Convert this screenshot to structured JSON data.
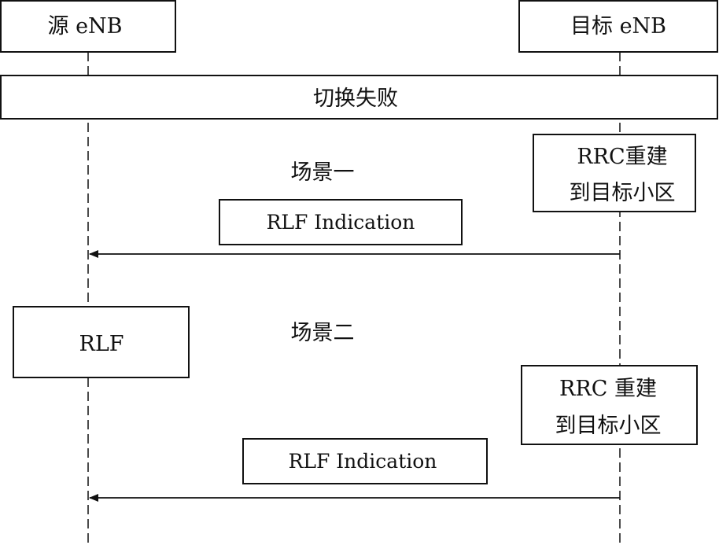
{
  "entities": {
    "source_enb": "源 eNB",
    "target_enb": "目标 eNB"
  },
  "banner": "切换失败",
  "scenario_1": {
    "title": "场景一",
    "rrc_line1": "RRC重建",
    "rrc_line2": "到目标小区",
    "message": "RLF Indication"
  },
  "scenario_2": {
    "title": "场景二",
    "rlf_box": "RLF",
    "rrc_line1": "RRC 重建",
    "rrc_line2": "到目标小区",
    "message": "RLF Indication"
  }
}
